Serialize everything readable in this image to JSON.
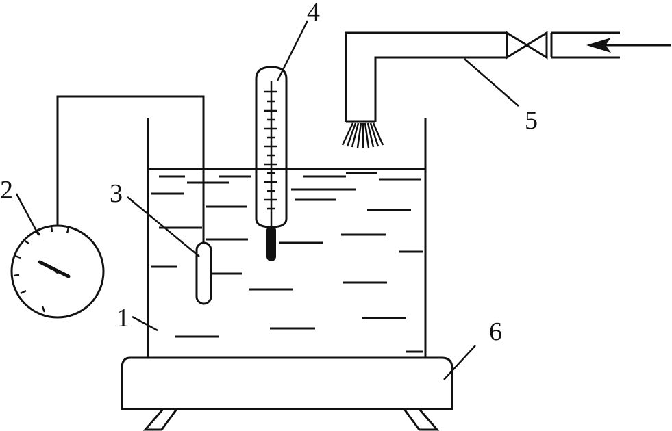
{
  "labels": {
    "beaker": "1",
    "gauge": "2",
    "sensor": "3",
    "thermometer": "4",
    "gas_pipe": "5",
    "heater": "6"
  },
  "icons": [
    "pressure-gauge-icon",
    "thermometer-icon",
    "valve-icon",
    "arrow-left-icon",
    "gas-bubbles-icon"
  ],
  "colors": {
    "ink": "#111111",
    "background": "#ffffff"
  }
}
